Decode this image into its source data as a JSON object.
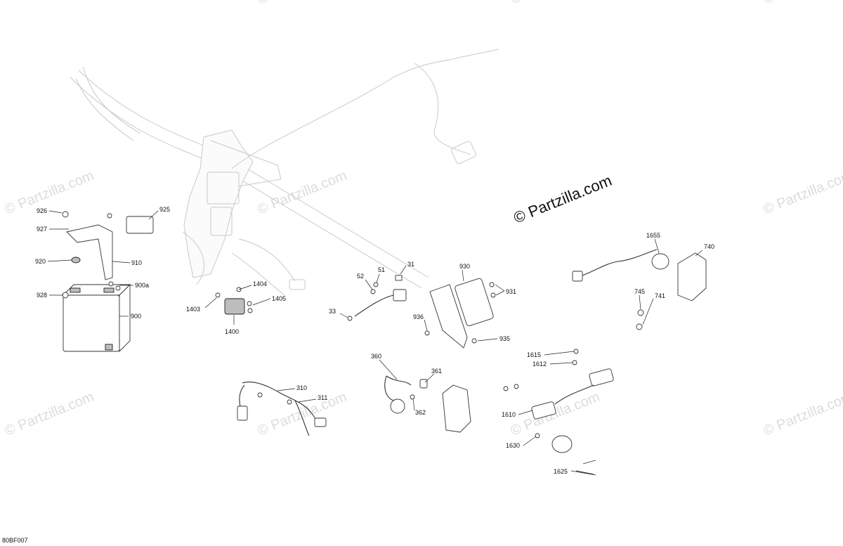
{
  "watermark": {
    "main": "© Partzilla.com",
    "repeat": "© Partzilla.com"
  },
  "figure_ref": "80BF007",
  "callouts": {
    "926": "926",
    "927": "927",
    "925": "925",
    "920": "920",
    "910": "910",
    "900a": "900a",
    "928": "928",
    "900": "900",
    "1404": "1404",
    "1403": "1403",
    "1405": "1405",
    "1400": "1400",
    "52": "52",
    "51": "51",
    "31": "31",
    "33": "33",
    "930": "930",
    "931": "931",
    "936": "936",
    "935": "935",
    "1655": "1655",
    "740": "740",
    "745": "745",
    "741": "741",
    "360": "360",
    "361": "361",
    "362": "362",
    "310": "310",
    "311": "311",
    "1615": "1615",
    "1612": "1612",
    "1610": "1610",
    "1630": "1630",
    "1625": "1625"
  }
}
